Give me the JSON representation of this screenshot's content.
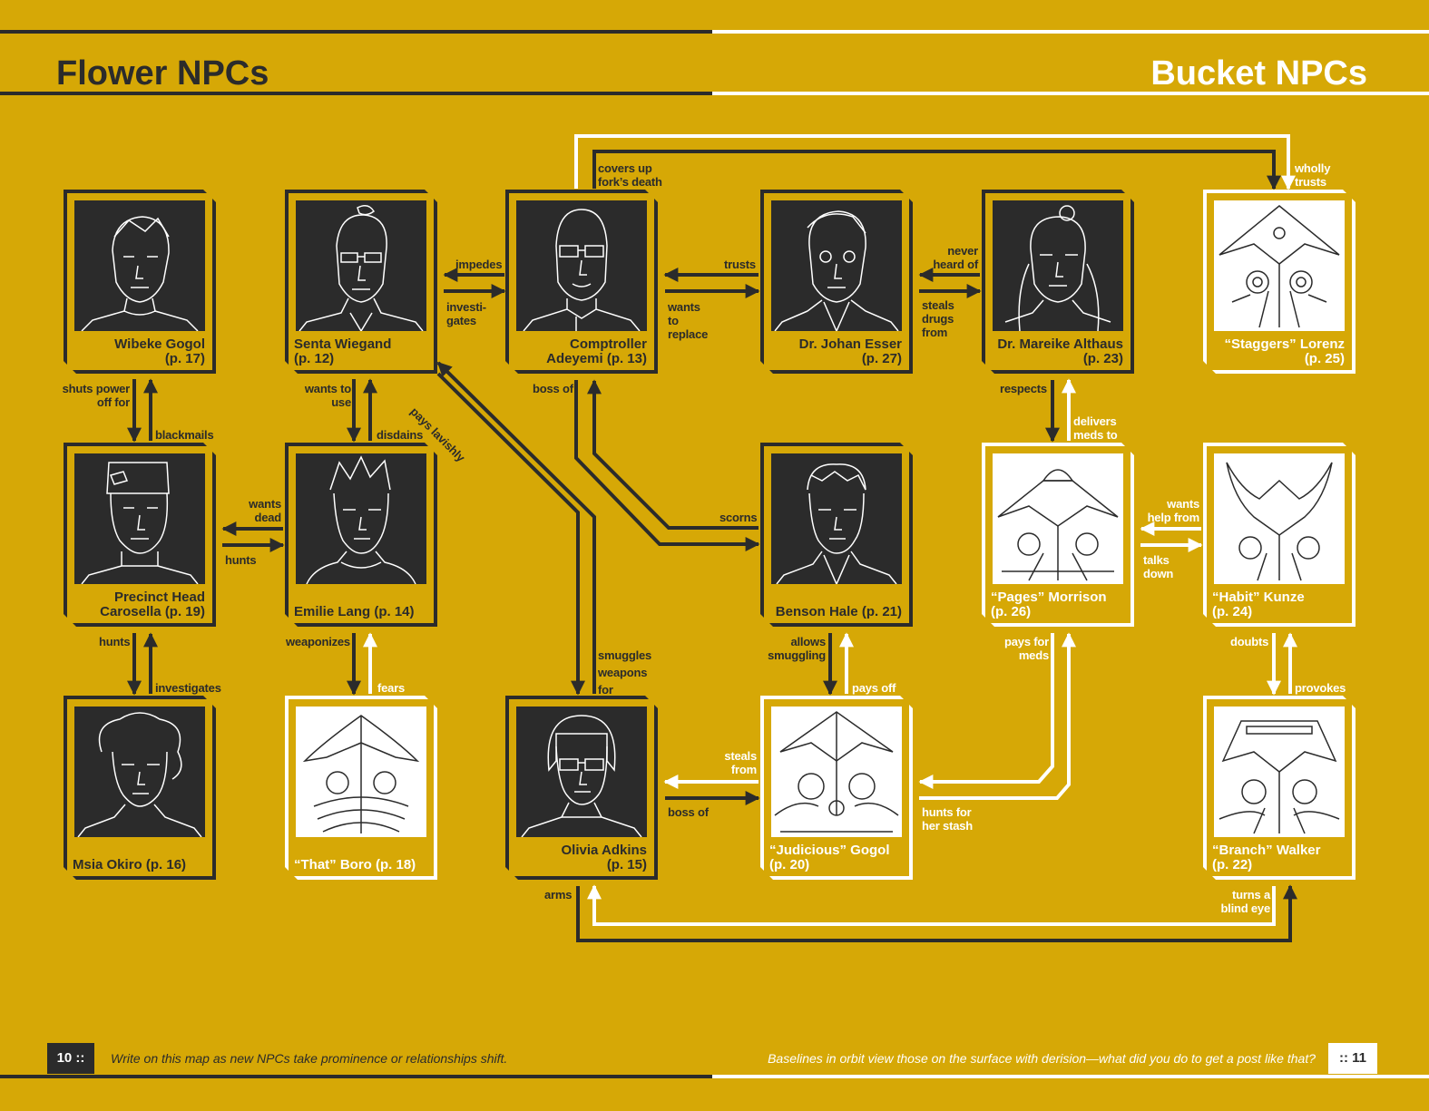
{
  "headers": {
    "left_title": "Flower NPCs",
    "right_title": "Bucket NPCs"
  },
  "nodes": {
    "wibeke": {
      "name": "Wibeke Gogol",
      "page": "(p. 17)"
    },
    "senta": {
      "name": "Senta Wiegand",
      "page": "(p. 12)"
    },
    "adeyemi": {
      "name": "Comptroller",
      "page": "Adeyemi (p. 13)"
    },
    "esser": {
      "name": "Dr. Johan Esser",
      "page": "(p. 27)"
    },
    "althaus": {
      "name": "Dr. Mareike Althaus",
      "page": "(p. 23)"
    },
    "lorenz": {
      "name": "“Staggers” Lorenz",
      "page": "(p. 25)"
    },
    "carosella": {
      "name": "Precinct Head",
      "page": "Carosella (p. 19)"
    },
    "lang": {
      "name": "Emilie Lang (p. 14)",
      "page": ""
    },
    "hale": {
      "name": "Benson Hale (p. 21)",
      "page": ""
    },
    "morrison": {
      "name": "“Pages” Morrison",
      "page": "(p. 26)"
    },
    "kunze": {
      "name": "“Habit” Kunze",
      "page": "(p. 24)"
    },
    "okiro": {
      "name": "Msia Okiro (p. 16)",
      "page": ""
    },
    "boro": {
      "name": "“That” Boro (p. 18)",
      "page": ""
    },
    "adkins": {
      "name": "Olivia Adkins",
      "page": "(p. 15)"
    },
    "jgogol": {
      "name": "“Judicious” Gogol",
      "page": "(p. 20)"
    },
    "walker": {
      "name": "“Branch” Walker",
      "page": "(p. 22)"
    }
  },
  "edges": {
    "covers_up": "covers up\nfork’s death",
    "wholly_trusts": "wholly\ntrusts",
    "impedes": "impedes",
    "investigates_senta": "investi-\ngates",
    "trusts": "trusts",
    "wants_to_replace": "wants\nto\nreplace",
    "never_heard_of": "never\nheard of",
    "steals_drugs_from": "steals\ndrugs\nfrom",
    "shuts_power_off_for": "shuts power\noff for",
    "blackmails": "blackmails",
    "wants_to_use": "wants to\nuse",
    "disdains": "disdains",
    "pays_lavishly": "pays lavishly",
    "boss_of_hale": "boss of",
    "respects": "respects",
    "delivers_meds_to": "delivers\nmeds to",
    "wants_dead": "wants\ndead",
    "hunts_lang": "hunts",
    "scorns": "scorns",
    "wants_help_from": "wants\nhelp from",
    "talks_down": "talks\ndown",
    "hunts_okiro": "hunts",
    "investigates_okiro": "investigates",
    "weaponizes": "weaponizes",
    "fears": "fears",
    "smuggles": "smuggles\nweapons\nfor",
    "allows_smuggling": "allows\nsmuggling",
    "pays_off": "pays off",
    "pays_for_meds": "pays for\nmeds",
    "doubts": "doubts",
    "provokes": "provokes",
    "steals_from": "steals\nfrom",
    "boss_of_jgogol": "boss of",
    "hunts_for_stash": "hunts for\nher stash",
    "arms": "arms",
    "turns_blind_eye": "turns a\nblind eye"
  },
  "footer": {
    "left_page": "10 ::",
    "left_text": "Write on this map as new NPCs take prominence or relationships shift.",
    "right_text": "Baselines in orbit view those on the surface with derision—what did you do to get a post like that?",
    "right_page": ":: 11"
  },
  "colors": {
    "background": "#d6a806",
    "dark": "#2b2b2b",
    "light": "#ffffff"
  }
}
